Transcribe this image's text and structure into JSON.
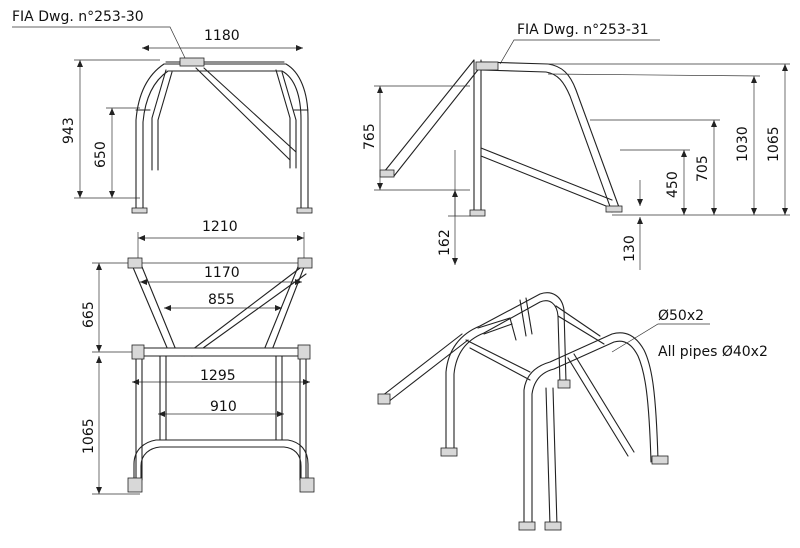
{
  "labels": {
    "dwg_front": "FIA Dwg. n°253-30",
    "dwg_side": "FIA Dwg. n°253-31",
    "pipe_main": "Ø50x2",
    "pipe_all": "All pipes Ø40x2"
  },
  "dims": {
    "front_width": "1180",
    "front_height": "943",
    "front_brace_height": "650",
    "side_main_height": "765",
    "side_step": "162",
    "side_h1030": "1030",
    "side_h1065": "1065",
    "side_h705": "705",
    "side_h450": "450",
    "side_h130": "130",
    "top_w1210": "1210",
    "top_w1170": "1170",
    "top_w855": "855",
    "top_w1295": "1295",
    "top_w910": "910",
    "top_d665": "665",
    "top_d1065": "1065"
  },
  "colors": {
    "ink": "#222222",
    "paper": "#ffffff",
    "foot": "#d8d8d8"
  }
}
